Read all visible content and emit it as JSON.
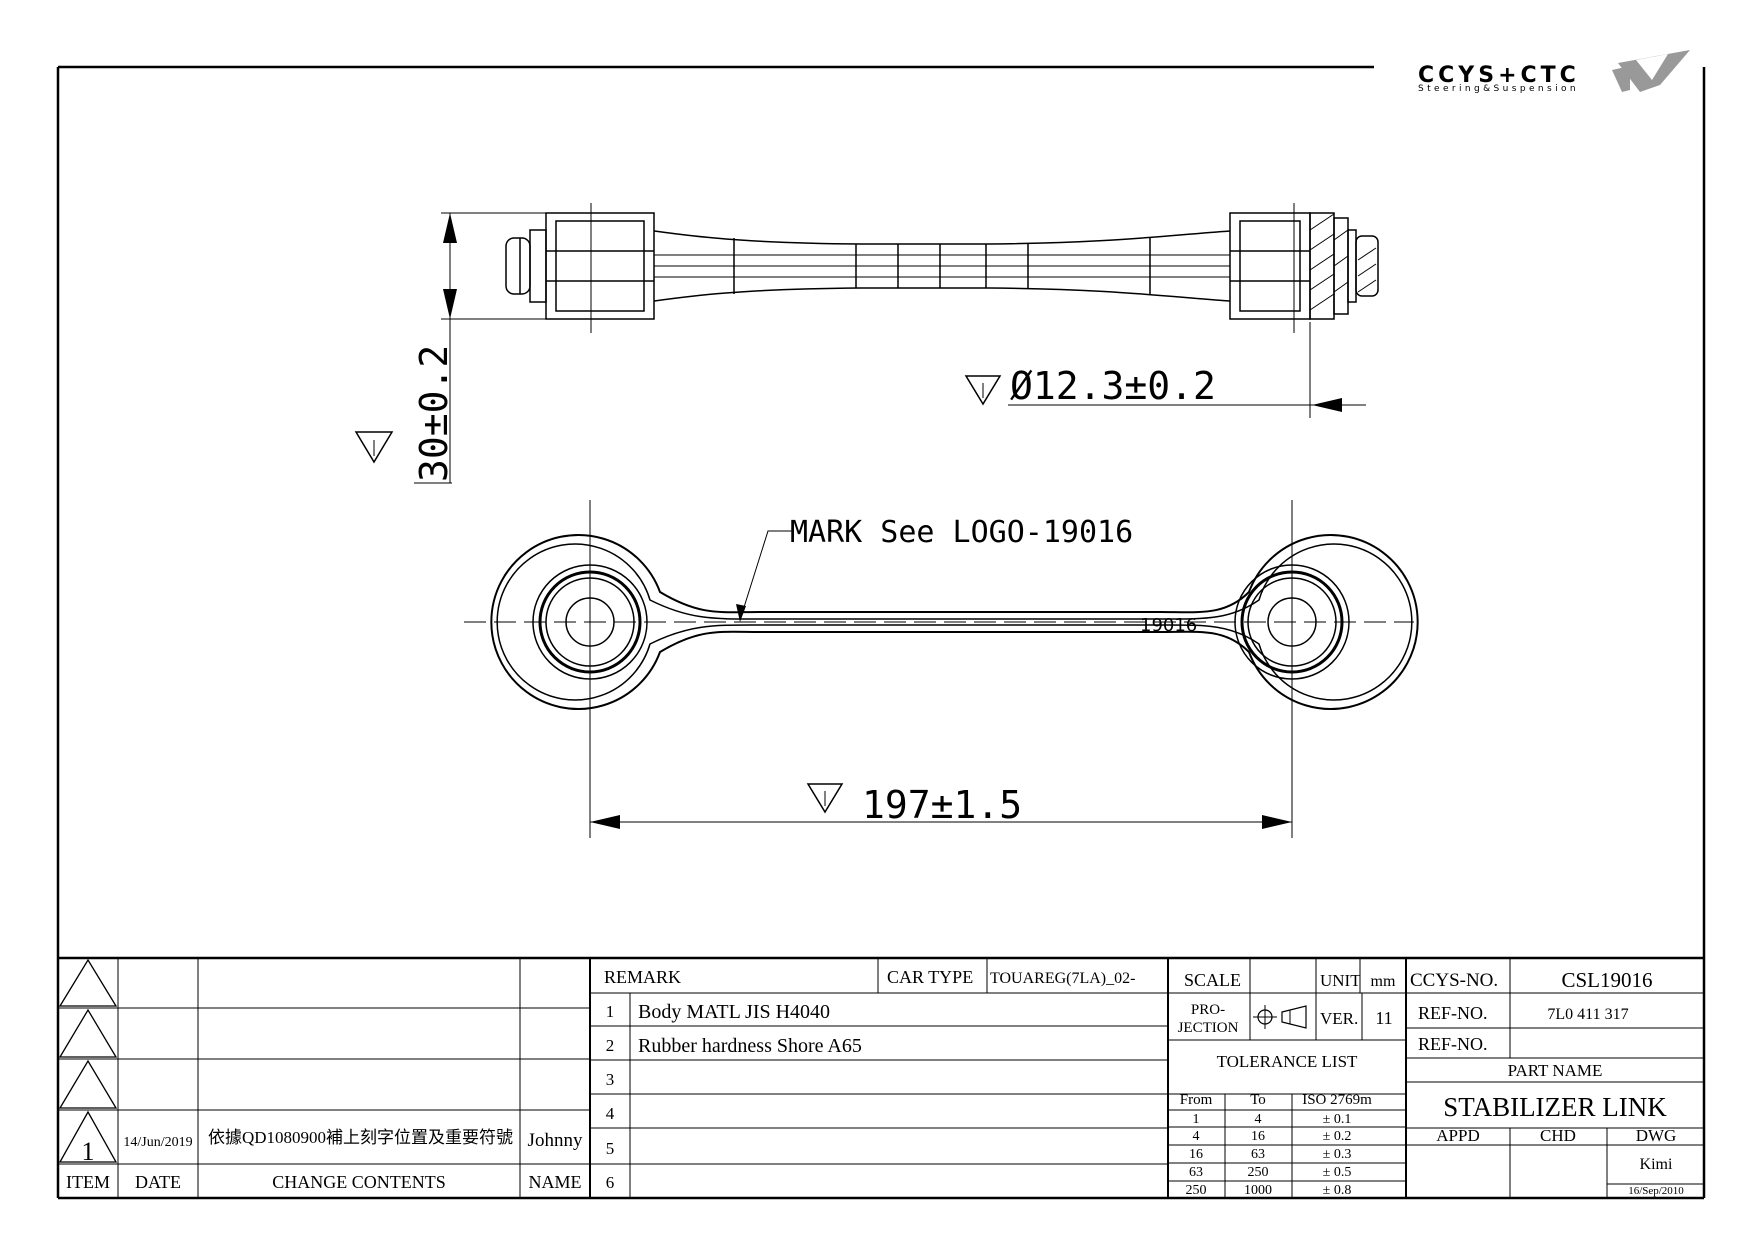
{
  "logo": {
    "brand": "CCYS+CTC",
    "tagline": "Steering&Suspension"
  },
  "dimensions": {
    "height": "30±0.2",
    "diameter": "Ø12.3±0.2",
    "length": "197±1.5",
    "mark_note": "MARK See LOGO-19016",
    "engraving": "19016"
  },
  "revisions": {
    "headers": {
      "item": "ITEM",
      "date": "DATE",
      "contents": "CHANGE CONTENTS",
      "name": "NAME"
    },
    "rows": [
      {
        "item": "",
        "date": "",
        "contents": "",
        "name": ""
      },
      {
        "item": "",
        "date": "",
        "contents": "",
        "name": ""
      },
      {
        "item": "",
        "date": "",
        "contents": "",
        "name": ""
      },
      {
        "item": "1",
        "date": "14/Jun/2019",
        "contents": "依據QD1080900補上刻字位置及重要符號",
        "name": "Johnny"
      }
    ]
  },
  "remarks": {
    "header": "REMARK",
    "car_type_label": "CAR TYPE",
    "car_type": "TOUAREG(7LA)_02-",
    "items": [
      {
        "no": "1",
        "text": "Body MATL JIS H4040"
      },
      {
        "no": "2",
        "text": "Rubber hardness Shore A65"
      },
      {
        "no": "3",
        "text": ""
      },
      {
        "no": "4",
        "text": ""
      },
      {
        "no": "5",
        "text": ""
      },
      {
        "no": "6",
        "text": ""
      }
    ]
  },
  "spec": {
    "scale_label": "SCALE",
    "scale": "",
    "unit_label": "UNIT",
    "unit": "mm",
    "projection_label_1": "PRO-",
    "projection_label_2": "JECTION",
    "ver_label": "VER.",
    "ver": "11",
    "tolerance_title": "TOLERANCE LIST",
    "tolerance_headers": {
      "from": "From",
      "to": "To",
      "iso": "ISO 2769m"
    },
    "tolerance_rows": [
      {
        "from": "1",
        "to": "4",
        "tol": "± 0.1"
      },
      {
        "from": "4",
        "to": "16",
        "tol": "± 0.2"
      },
      {
        "from": "16",
        "to": "63",
        "tol": "± 0.3"
      },
      {
        "from": "63",
        "to": "250",
        "tol": "± 0.5"
      },
      {
        "from": "250",
        "to": "1000",
        "tol": "± 0.8"
      }
    ]
  },
  "title_block": {
    "ccys_no_label": "CCYS-NO.",
    "ccys_no": "CSL19016",
    "ref_no_label": "REF-NO.",
    "ref_no": "7L0 411 317",
    "ref_no2_label": "REF-NO.",
    "ref_no2": "",
    "part_name_label": "PART NAME",
    "part_name": "STABILIZER LINK",
    "appd_label": "APPD",
    "chd_label": "CHD",
    "dwg_label": "DWG",
    "dwg_name": "Kimi",
    "dwg_date": "16/Sep/2010"
  }
}
